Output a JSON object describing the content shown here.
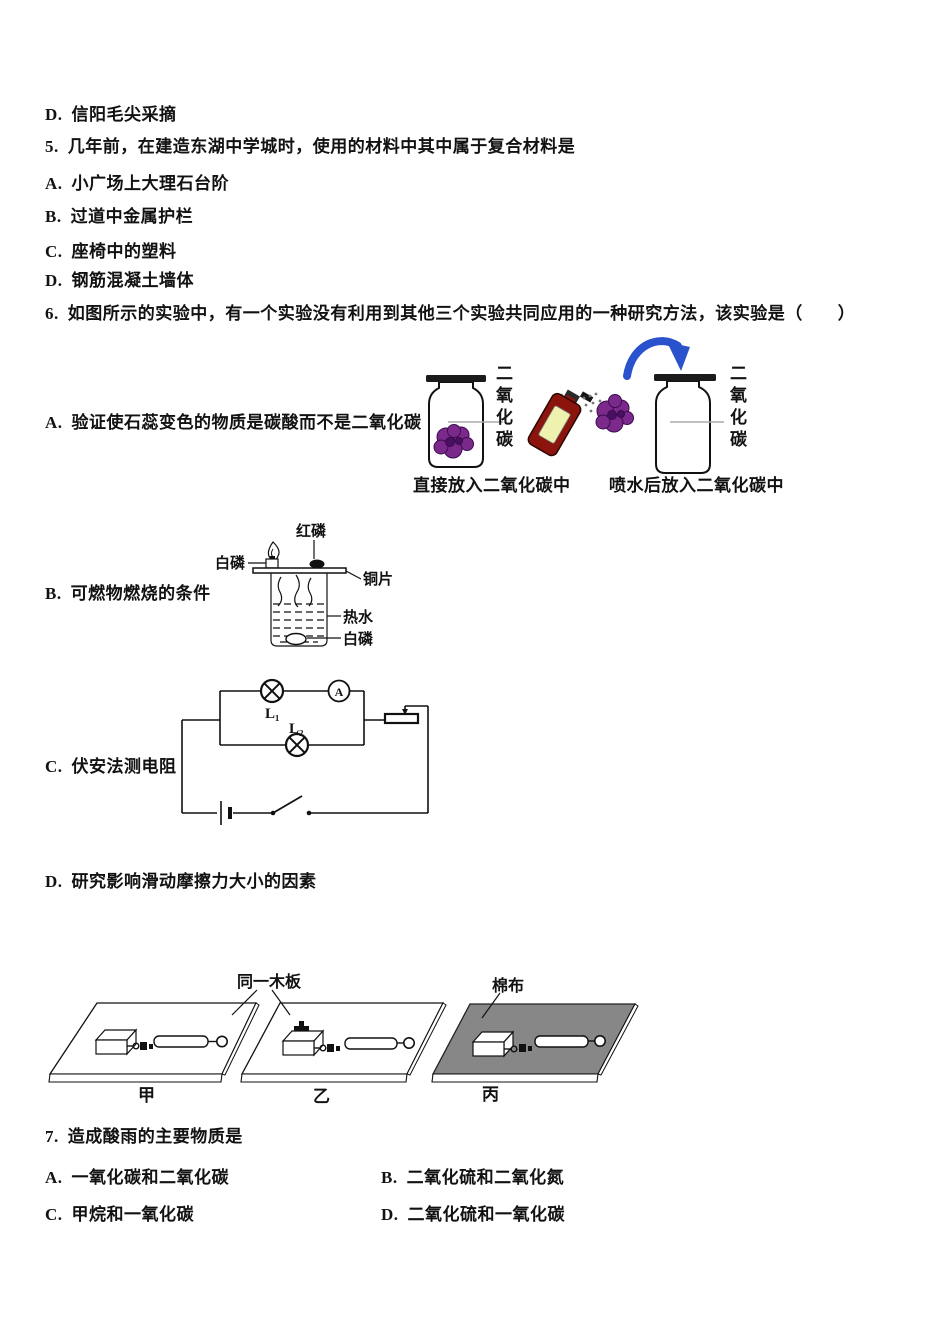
{
  "colors": {
    "flower": "#7b2a8c",
    "flower_dark": "#4a1060",
    "spray_body": "#8b150d",
    "spray_label_bg": "#eef2ae",
    "arrow": "#2a52cc",
    "cotton": "#878787"
  },
  "prev_question": {
    "option_d": {
      "label": "D.",
      "text": "信阳毛尖采摘"
    }
  },
  "q5": {
    "number": "5.",
    "stem": "几年前，在建造东湖中学城时，使用的材料中其中属于复合材料是",
    "options": [
      {
        "label": "A.",
        "text": "小广场上大理石台阶"
      },
      {
        "label": "B.",
        "text": "过道中金属护栏"
      },
      {
        "label": "C.",
        "text": "座椅中的塑料"
      },
      {
        "label": "D.",
        "text": "钢筋混凝土墙体"
      }
    ]
  },
  "q6": {
    "number": "6.",
    "stem": "如图所示的实验中，有一个实验没有利用到其他三个实验共同应用的一种研究方法，该实验是（　　）",
    "options": [
      {
        "label": "A.",
        "text": "验证使石蕊变色的物质是碳酸而不是二氧化碳"
      },
      {
        "label": "B.",
        "text": "可燃物燃烧的条件"
      },
      {
        "label": "C.",
        "text": "伏安法测电阻"
      },
      {
        "label": "D.",
        "text": "研究影响滑动摩擦力大小的因素"
      }
    ],
    "litmus_figure": {
      "gas_left": "二氧化碳",
      "gas_right": "二氧化碳",
      "caption_left": "直接放入二氧化碳中",
      "caption_right": "喷水后放入二氧化碳中"
    },
    "combustion_figure": {
      "red_phosphorus": "红磷",
      "white_phosphorus_top": "白磷",
      "copper_sheet": "铜片",
      "hot_water": "热水",
      "white_phosphorus_bottom": "白磷"
    },
    "circuit_figure": {
      "lamp1": "L₁",
      "lamp2": "L₂",
      "ammeter": "A"
    },
    "friction_figure": {
      "same_board": "同一木板",
      "cotton_cloth": "棉布",
      "setup1": "甲",
      "setup2": "乙",
      "setup3": "丙"
    }
  },
  "q7": {
    "number": "7.",
    "stem": "造成酸雨的主要物质是",
    "options": [
      {
        "label": "A.",
        "text": "一氧化碳和二氧化碳"
      },
      {
        "label": "B.",
        "text": "二氧化硫和二氧化氮"
      },
      {
        "label": "C.",
        "text": "甲烷和一氧化碳"
      },
      {
        "label": "D.",
        "text": "二氧化硫和一氧化碳"
      }
    ]
  }
}
